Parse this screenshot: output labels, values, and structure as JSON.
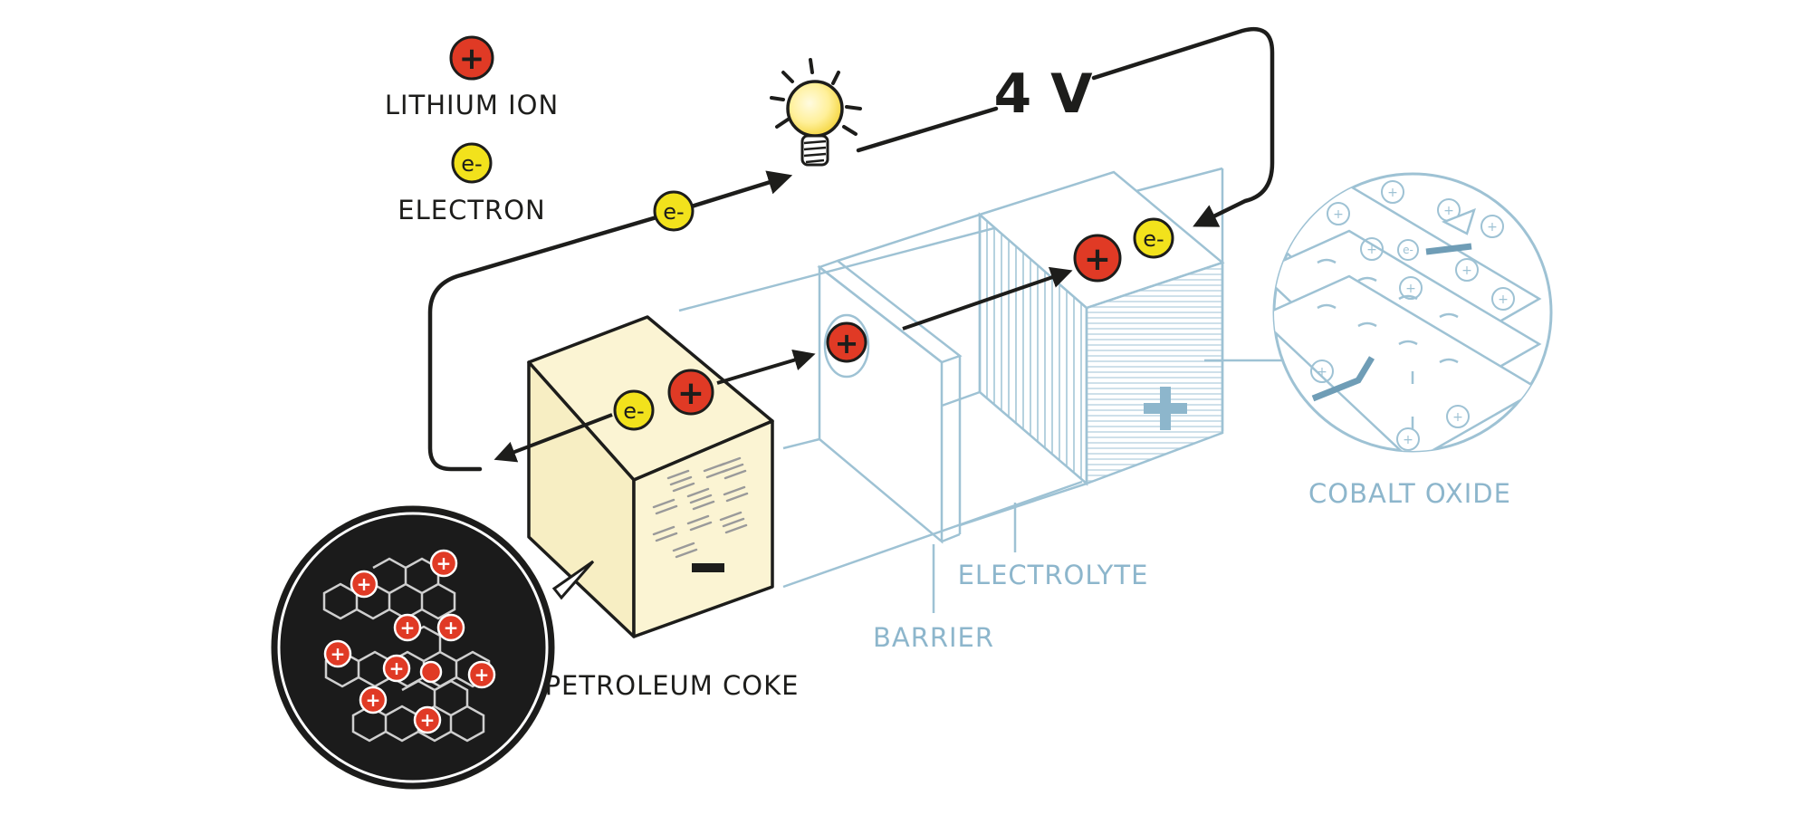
{
  "legend": {
    "lithium_ion_label": "LITHIUM ION",
    "electron_label": "ELECTRON",
    "lithium_ion_symbol": "+",
    "electron_symbol": "e-"
  },
  "circuit": {
    "voltage": "4 V"
  },
  "components": {
    "anode_label": "PETROLEUM COKE",
    "barrier_label": "BARRIER",
    "electrolyte_label": "ELECTROLYTE",
    "cathode_label": "COBALT OXIDE",
    "anode_sign": "−",
    "cathode_sign": "+"
  },
  "colors": {
    "lithium_ion": "#e03a25",
    "electron": "#f2e21c",
    "anode_face": "#fbf4d3",
    "cell_lines": "#9ec2d4",
    "label_blue": "#8db6cc",
    "ink": "#1d1d1b",
    "graphene_bg": "#1b1b1b"
  },
  "icons": [
    "lightbulb-icon",
    "lithium-ion-icon",
    "electron-icon",
    "arrow-icon"
  ]
}
